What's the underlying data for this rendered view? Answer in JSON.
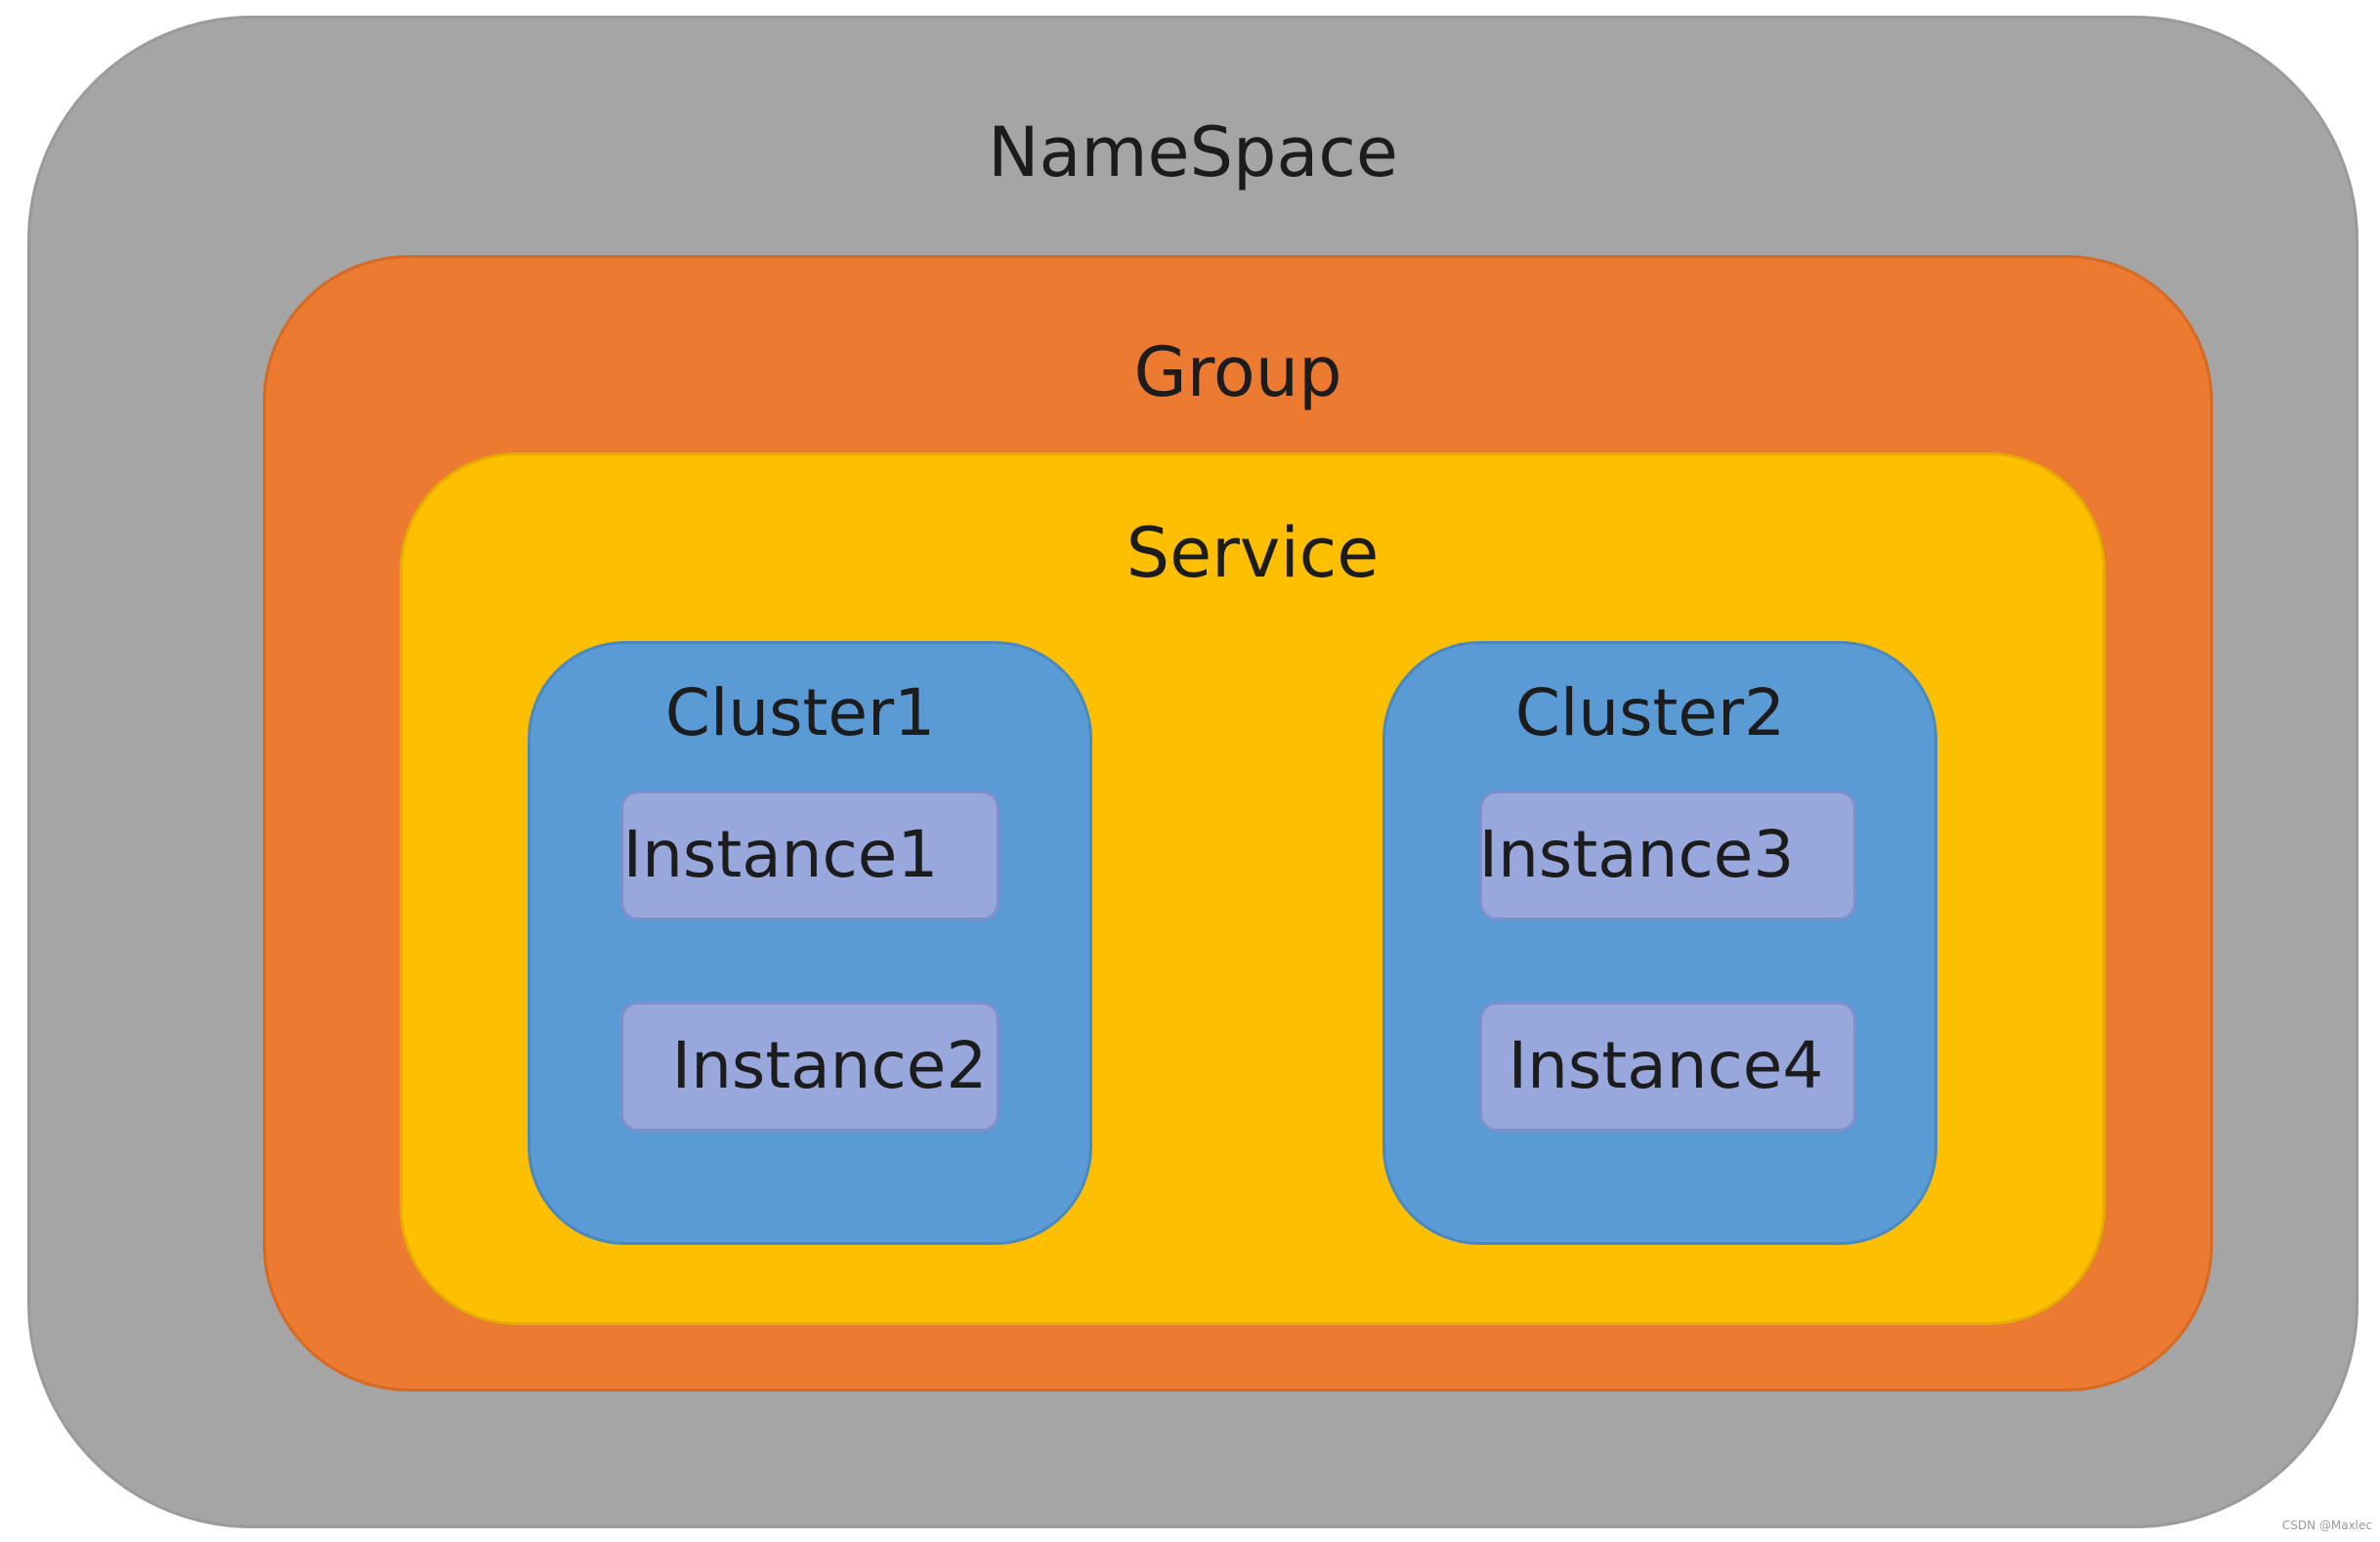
{
  "diagram": {
    "namespace": {
      "label": "NameSpace",
      "color": "#a5a5a5"
    },
    "group": {
      "label": "Group",
      "color": "#ec7a31"
    },
    "service": {
      "label": "Service",
      "color": "#fdbf00"
    },
    "clusters": [
      {
        "label": "Cluster1",
        "color": "#5b9bd5",
        "instances": [
          {
            "label": "Instance1",
            "color": "#98a8dc"
          },
          {
            "label": "Instance2",
            "color": "#98a8dc"
          }
        ]
      },
      {
        "label": "Cluster2",
        "color": "#5b9bd5",
        "instances": [
          {
            "label": "Instance3",
            "color": "#98a8dc"
          },
          {
            "label": "Instance4",
            "color": "#98a8dc"
          }
        ]
      }
    ]
  },
  "watermark": "CSDN @Maxlec"
}
